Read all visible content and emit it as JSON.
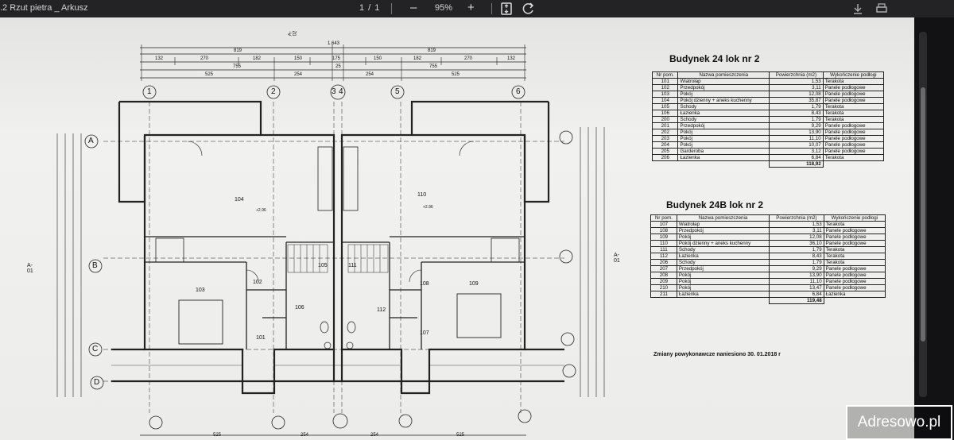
{
  "toolbar": {
    "title": ".2 Rzut pietra _ Arkusz",
    "page_indicator": "1 / 1",
    "zoom_out": "–",
    "zoom": "95%",
    "zoom_in": "+"
  },
  "plan": {
    "overall_dim": "1.643",
    "dims_row2": [
      "819",
      "819"
    ],
    "dims_row3": [
      "132",
      "270",
      "182",
      "150",
      "175",
      "150",
      "182",
      "270",
      "132"
    ],
    "dims_row4": [
      "755",
      "25",
      "755"
    ],
    "dims_row5": [
      "525",
      "254",
      "254",
      "525"
    ],
    "axis_cols": [
      "1",
      "2",
      "3",
      "4",
      "5",
      "6"
    ],
    "axis_rows": [
      "A",
      "B",
      "C",
      "D"
    ],
    "section_mark": "A-01",
    "section_mark_top": "A-02",
    "rooms": [
      "104",
      "110",
      "102",
      "103",
      "105",
      "111",
      "108",
      "109",
      "101",
      "106",
      "112",
      "107"
    ],
    "levels": [
      "+2.96",
      "+2.96"
    ],
    "bottom_dims": [
      "525",
      "254",
      "254",
      "525"
    ]
  },
  "table1": {
    "title": "Budynek 24 lok nr 2",
    "headers": [
      "Nr pom.",
      "Nazwa pomieszczenia",
      "Powierzchnia (m2)",
      "Wykończenie podłogi"
    ],
    "rows": [
      [
        "101",
        "Wiatrołap",
        "1,53",
        "Terakota"
      ],
      [
        "102",
        "Przedpokój",
        "3,11",
        "Panele podłogowe"
      ],
      [
        "103",
        "Pokój",
        "12,08",
        "Panele podłogowe"
      ],
      [
        "104",
        "Pokój dzienny + aneks kuchenny",
        "35,87",
        "Panele podłogowe"
      ],
      [
        "105",
        "Schody",
        "1,79",
        "Terakota"
      ],
      [
        "106",
        "Łazienka",
        "8,43",
        "Terakota"
      ],
      [
        "200",
        "Schody",
        "1,79",
        "Terakota"
      ],
      [
        "201",
        "Przedpokój",
        "9,29",
        "Panele podłogowe"
      ],
      [
        "202",
        "Pokój",
        "13,90",
        "Panele podłogowe"
      ],
      [
        "203",
        "Pokój",
        "11,10",
        "Panele podłogowe"
      ],
      [
        "204",
        "Pokój",
        "10,07",
        "Panele podłogowe"
      ],
      [
        "205",
        "Garderoba",
        "3,12",
        "Panele podłogowe"
      ],
      [
        "206",
        "Łazienka",
        "6,84",
        "Terakota"
      ]
    ],
    "total": "118,92"
  },
  "table2": {
    "title": "Budynek 24B lok nr 2",
    "headers": [
      "Nr pom.",
      "Nazwa pomieszczenia",
      "Powierzchnia (m2)",
      "Wykończenie podłogi"
    ],
    "rows": [
      [
        "107",
        "Wiatrołap",
        "1,53",
        "Terakota"
      ],
      [
        "108",
        "Przedpokój",
        "3,11",
        "Panele podłogowe"
      ],
      [
        "109",
        "Pokój",
        "12,08",
        "Panele podłogowe"
      ],
      [
        "110",
        "Pokój dzienny + aneks kuchenny",
        "36,10",
        "Panele podłogowe"
      ],
      [
        "111",
        "Schody",
        "1,79",
        "Terakota"
      ],
      [
        "112",
        "Łazienka",
        "8,43",
        "Terakota"
      ],
      [
        "206",
        "Schody",
        "1,79",
        "Terakota"
      ],
      [
        "207",
        "Przedpokój",
        "9,29",
        "Panele podłogowe"
      ],
      [
        "208",
        "Pokój",
        "13,90",
        "Panele podłogowe"
      ],
      [
        "209",
        "Pokój",
        "11,10",
        "Panele podłogowe"
      ],
      [
        "210",
        "Pokój",
        "13,47",
        "Panele podłogowe"
      ],
      [
        "211",
        "Łazienka",
        "6,84",
        "Łazienka"
      ]
    ],
    "total": "119,48"
  },
  "note": "Zmiany powykonawcze naniesiono 30. 01.2018 r",
  "watermark": "Adresowo.pl"
}
